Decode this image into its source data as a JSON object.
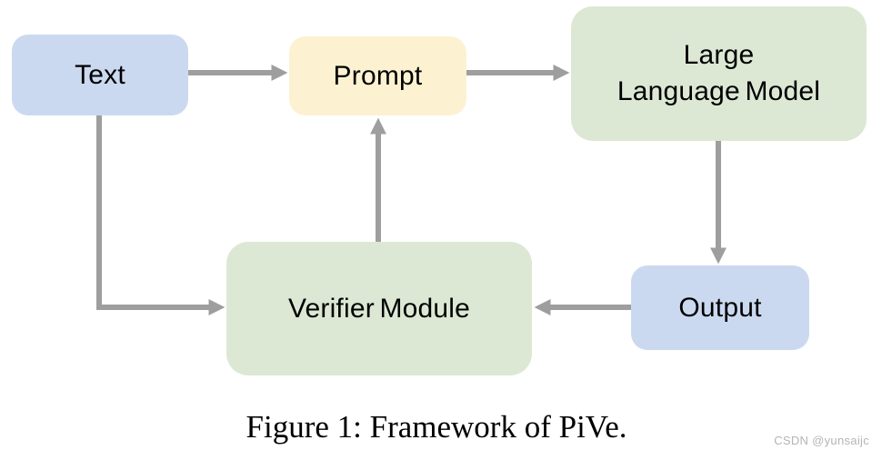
{
  "figure": {
    "caption": "Figure 1: Framework of PiVe.",
    "watermark": "CSDN @yunsaijc"
  },
  "diagram": {
    "nodes": {
      "text": {
        "label": "Text",
        "color": "#cbd9f0"
      },
      "prompt": {
        "label": "Prompt",
        "color": "#fcf2d2"
      },
      "llm": {
        "lines": [
          "Large",
          "Language Model"
        ],
        "color": "#dce8d4"
      },
      "verifier": {
        "label": "Verifier Module",
        "color": "#dce8d4"
      },
      "output": {
        "label": "Output",
        "color": "#cbd9f0"
      }
    },
    "edges": [
      {
        "from": "Text",
        "to": "Prompt"
      },
      {
        "from": "Prompt",
        "to": "Large Language Model"
      },
      {
        "from": "Large Language Model",
        "to": "Output"
      },
      {
        "from": "Output",
        "to": "Verifier Module"
      },
      {
        "from": "Verifier Module",
        "to": "Prompt"
      },
      {
        "from": "Text",
        "to": "Verifier Module"
      }
    ],
    "arrow_color": "#9e9e9e",
    "text_color": "#000000",
    "background_color": "#ffffff"
  }
}
